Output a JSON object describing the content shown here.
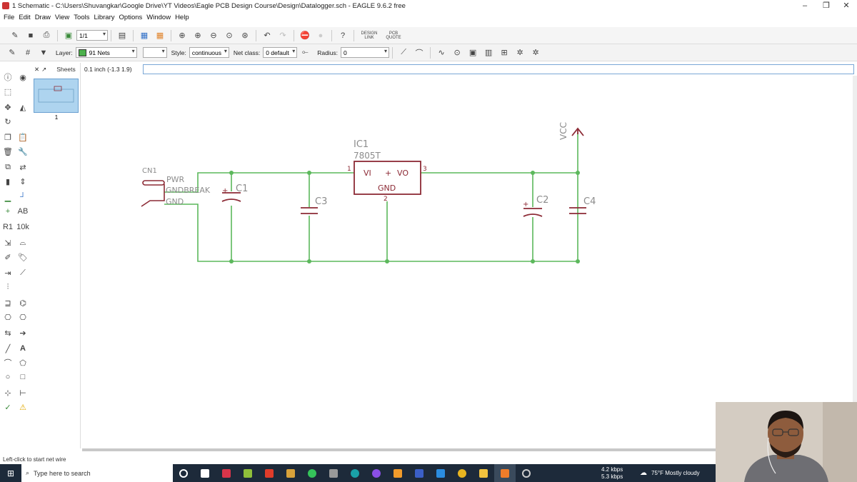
{
  "window": {
    "title": "1 Schematic - C:\\Users\\Shuvangkar\\Google Drive\\YT Videos\\Eagle PCB Design Course\\Design\\Datalogger.sch - EAGLE 9.6.2 free"
  },
  "menu": [
    "File",
    "Edit",
    "Draw",
    "View",
    "Tools",
    "Library",
    "Options",
    "Window",
    "Help"
  ],
  "toolbar1": {
    "sheet_select": "1/1",
    "design_link": "DESIGN LINK",
    "pcb_quote": "PCB QUOTE"
  },
  "toolbar2": {
    "layer_label": "Layer:",
    "layer_value": "91 Nets",
    "style_label": "Style:",
    "style_value": "continuous",
    "netclass_label": "Net class:",
    "netclass_value": "0 default",
    "radius_label": "Radius:",
    "radius_value": "0"
  },
  "command": {
    "coords": "0.1 inch (-1.3 1.9)",
    "value": ""
  },
  "sheets": {
    "title": "Sheets",
    "items": [
      {
        "label": "1"
      }
    ]
  },
  "schematic": {
    "connector": {
      "name": "CN1",
      "pins": [
        "PWR",
        "GNDBREAK",
        "GND"
      ]
    },
    "regulator": {
      "name": "IC1",
      "value": "7805T",
      "pin_vi": "VI",
      "pin_vo": "VO",
      "pin_gnd": "GND",
      "pin1": "1",
      "pin2": "2",
      "pin3": "3",
      "plus": "+"
    },
    "caps": [
      "C1",
      "C3",
      "C2",
      "C4"
    ],
    "supply": "VCC",
    "colors": {
      "net": "#5cb85c",
      "symbol": "#8c2a35",
      "label": "#8c8c8c"
    }
  },
  "status": {
    "text": "Left-click to start net wire"
  },
  "taskbar": {
    "search_placeholder": "Type here to search",
    "net_up": "4.2 kbps",
    "net_down": "5.3 kbps",
    "weather": "75°F  Mostly cloudy"
  }
}
